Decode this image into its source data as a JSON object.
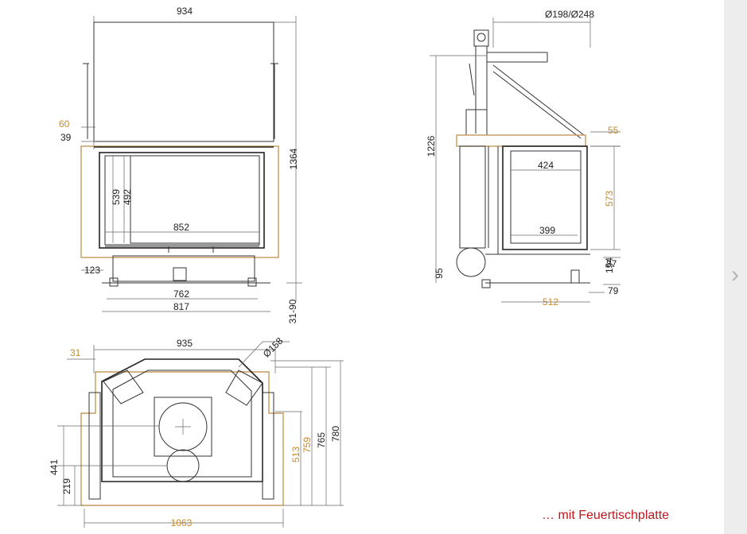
{
  "caption": "… mit Feuertischplatte",
  "front_view": {
    "width_top": "934",
    "height_total": "1364",
    "left_60": "60",
    "left_39": "39",
    "inner_539": "539",
    "inner_492": "492",
    "inner_852": "852",
    "left_123": "123",
    "bottom_762": "762",
    "bottom_817": "817",
    "right_31_90": "31-90"
  },
  "side_view": {
    "diameter": "Ø198/Ø248",
    "height_1226": "1226",
    "right_55": "55",
    "top_424": "424",
    "right_573": "573",
    "bottom_399": "399",
    "left_95": "95",
    "right_87": "87",
    "right_154": "154",
    "bottom_512": "512",
    "right_79": "79"
  },
  "top_view": {
    "width_935": "935",
    "left_31": "31",
    "diameter_158": "Ø158",
    "left_441": "441",
    "left_219": "219",
    "right_513": "513",
    "right_759": "759",
    "right_765": "765",
    "right_780": "780",
    "bottom_1063": "1063"
  },
  "colors": {
    "caption": "#c0161b",
    "accent_dim": "#c8892a",
    "plate": "#c49a5a"
  }
}
